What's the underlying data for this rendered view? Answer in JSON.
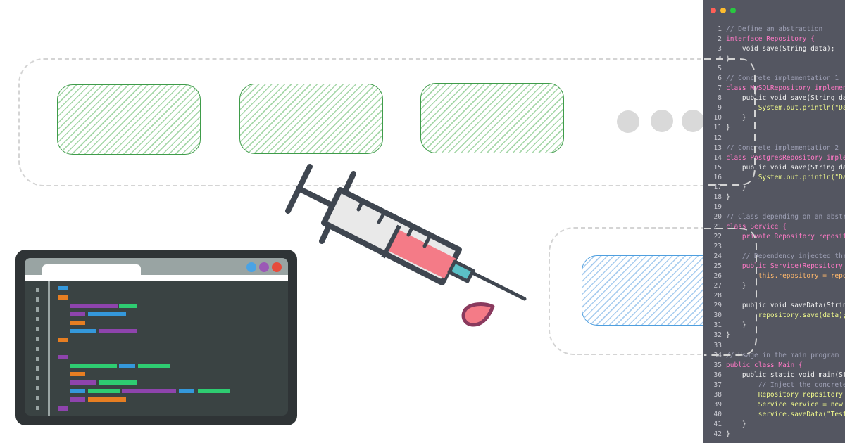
{
  "colors": {
    "background": "#ffffff",
    "dashed_border": "#d4d4d4",
    "hatch_green": "#3f9c4a",
    "hatch_blue": "#4f9fdf",
    "code_panel_bg": "#545661",
    "syringe_fluid": "#f47b87",
    "syringe_outline": "#3f4650",
    "droplet": "#8a3a5e"
  },
  "icons": {
    "syringe": "syringe-icon",
    "droplet": "droplet-icon",
    "ellipsis": "ellipsis-dots-icon",
    "editor": "code-editor-illustration"
  },
  "code_panel": {
    "traffic_lights": [
      "#ff5f57",
      "#febc2e",
      "#28c840"
    ],
    "lines": [
      {
        "n": "1",
        "t": "// Define an abstraction",
        "c": "cm"
      },
      {
        "n": "2",
        "t": "interface Repository {",
        "c": "kw"
      },
      {
        "n": "3",
        "t": "    void save(String data);",
        "c": "pl"
      },
      {
        "n": "4",
        "t": "}",
        "c": "pl"
      },
      {
        "n": "5",
        "t": "",
        "c": "pl"
      },
      {
        "n": "6",
        "t": "// Concrete implementation 1",
        "c": "cm"
      },
      {
        "n": "7",
        "t": "class MySQLRepository implemen",
        "c": "kw"
      },
      {
        "n": "8",
        "t": "    public void save(String da",
        "c": "pl"
      },
      {
        "n": "9",
        "t": "        System.out.println(\"Da",
        "c": "st"
      },
      {
        "n": "10",
        "t": "    }",
        "c": "pl"
      },
      {
        "n": "11",
        "t": "}",
        "c": "pl"
      },
      {
        "n": "12",
        "t": "",
        "c": "pl"
      },
      {
        "n": "13",
        "t": "// Concrete implementation 2",
        "c": "cm"
      },
      {
        "n": "14",
        "t": "class PostgresRepository imple",
        "c": "kw"
      },
      {
        "n": "15",
        "t": "    public void save(String da",
        "c": "pl"
      },
      {
        "n": "16",
        "t": "        System.out.println(\"Da",
        "c": "st"
      },
      {
        "n": "17",
        "t": "    }",
        "c": "pl"
      },
      {
        "n": "18",
        "t": "}",
        "c": "pl"
      },
      {
        "n": "19",
        "t": "",
        "c": "pl"
      },
      {
        "n": "20",
        "t": "// Class depending on an abstr",
        "c": "cm"
      },
      {
        "n": "21",
        "t": "class Service {",
        "c": "kw"
      },
      {
        "n": "22",
        "t": "    private Repository reposit",
        "c": "kw"
      },
      {
        "n": "23",
        "t": "",
        "c": "pl"
      },
      {
        "n": "24",
        "t": "    // Dependency injected thr",
        "c": "cm"
      },
      {
        "n": "25",
        "t": "    public Service(Repository",
        "c": "kw"
      },
      {
        "n": "26",
        "t": "        this.repository = repo",
        "c": "va"
      },
      {
        "n": "27",
        "t": "    }",
        "c": "pl"
      },
      {
        "n": "28",
        "t": "",
        "c": "pl"
      },
      {
        "n": "29",
        "t": "    public void saveData(Strin",
        "c": "pl"
      },
      {
        "n": "30",
        "t": "        repository.save(data);",
        "c": "st"
      },
      {
        "n": "31",
        "t": "    }",
        "c": "pl"
      },
      {
        "n": "32",
        "t": "}",
        "c": "pl"
      },
      {
        "n": "33",
        "t": "",
        "c": "pl"
      },
      {
        "n": "34",
        "t": "// Usage in the main program",
        "c": "cm"
      },
      {
        "n": "35",
        "t": "public class Main {",
        "c": "kw"
      },
      {
        "n": "36",
        "t": "    public static void main(St",
        "c": "pl"
      },
      {
        "n": "37",
        "t": "        // Inject the concrete",
        "c": "cm"
      },
      {
        "n": "38",
        "t": "        Repository repository ",
        "c": "st"
      },
      {
        "n": "39",
        "t": "        Service service = new ",
        "c": "st"
      },
      {
        "n": "40",
        "t": "        service.saveData(\"Test",
        "c": "st"
      },
      {
        "n": "41",
        "t": "    }",
        "c": "pl"
      },
      {
        "n": "42",
        "t": "}",
        "c": "pl"
      }
    ]
  }
}
